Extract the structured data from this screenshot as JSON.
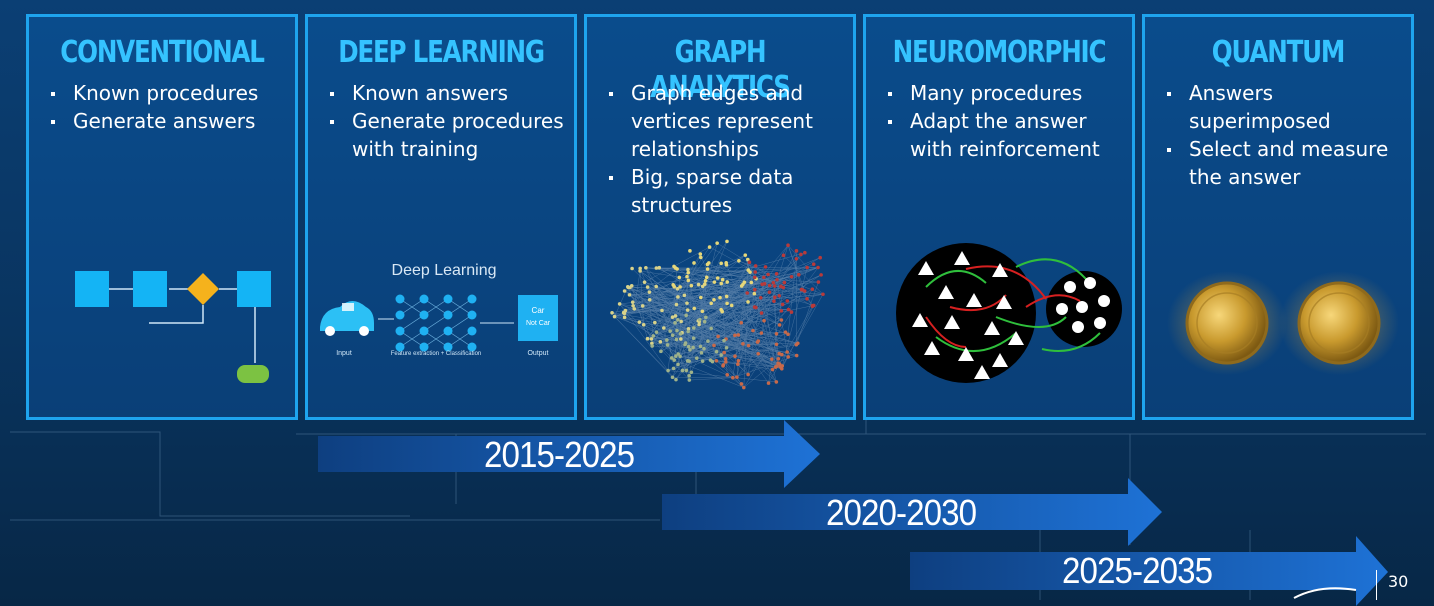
{
  "panels": [
    {
      "title": "CONVENTIONAL",
      "bullets": [
        "Known procedures",
        "Generate answers"
      ]
    },
    {
      "title": "DEEP LEARNING",
      "bullets": [
        "Known answers",
        "Generate procedures with training"
      ],
      "diagram": {
        "title": "Deep Learning",
        "input_label": "Input",
        "middle_label": "Feature extraction + Classification",
        "output_label": "Output",
        "output_car": "Car",
        "output_notcar": "Not Car"
      }
    },
    {
      "title": "GRAPH ANALYTICS",
      "bullets": [
        "Graph edges and vertices represent relationships",
        "Big, sparse data structures"
      ]
    },
    {
      "title": "NEUROMORPHIC",
      "bullets": [
        "Many procedures",
        "Adapt the answer with reinforcement"
      ]
    },
    {
      "title": "QUANTUM",
      "bullets": [
        "Answers superimposed",
        "Select and measure the answer"
      ]
    }
  ],
  "timeline": [
    {
      "label": "2015-2025"
    },
    {
      "label": "2020-2030"
    },
    {
      "label": "2025-2035"
    }
  ],
  "footer": {
    "page_number": "30"
  },
  "colors": {
    "title": "#35c3ff",
    "panel_border": "#1ea4ee",
    "arrow": "#1a6fd0",
    "flow_box": "#14b4f5",
    "decision": "#f5b21c",
    "terminal": "#7cc242"
  }
}
